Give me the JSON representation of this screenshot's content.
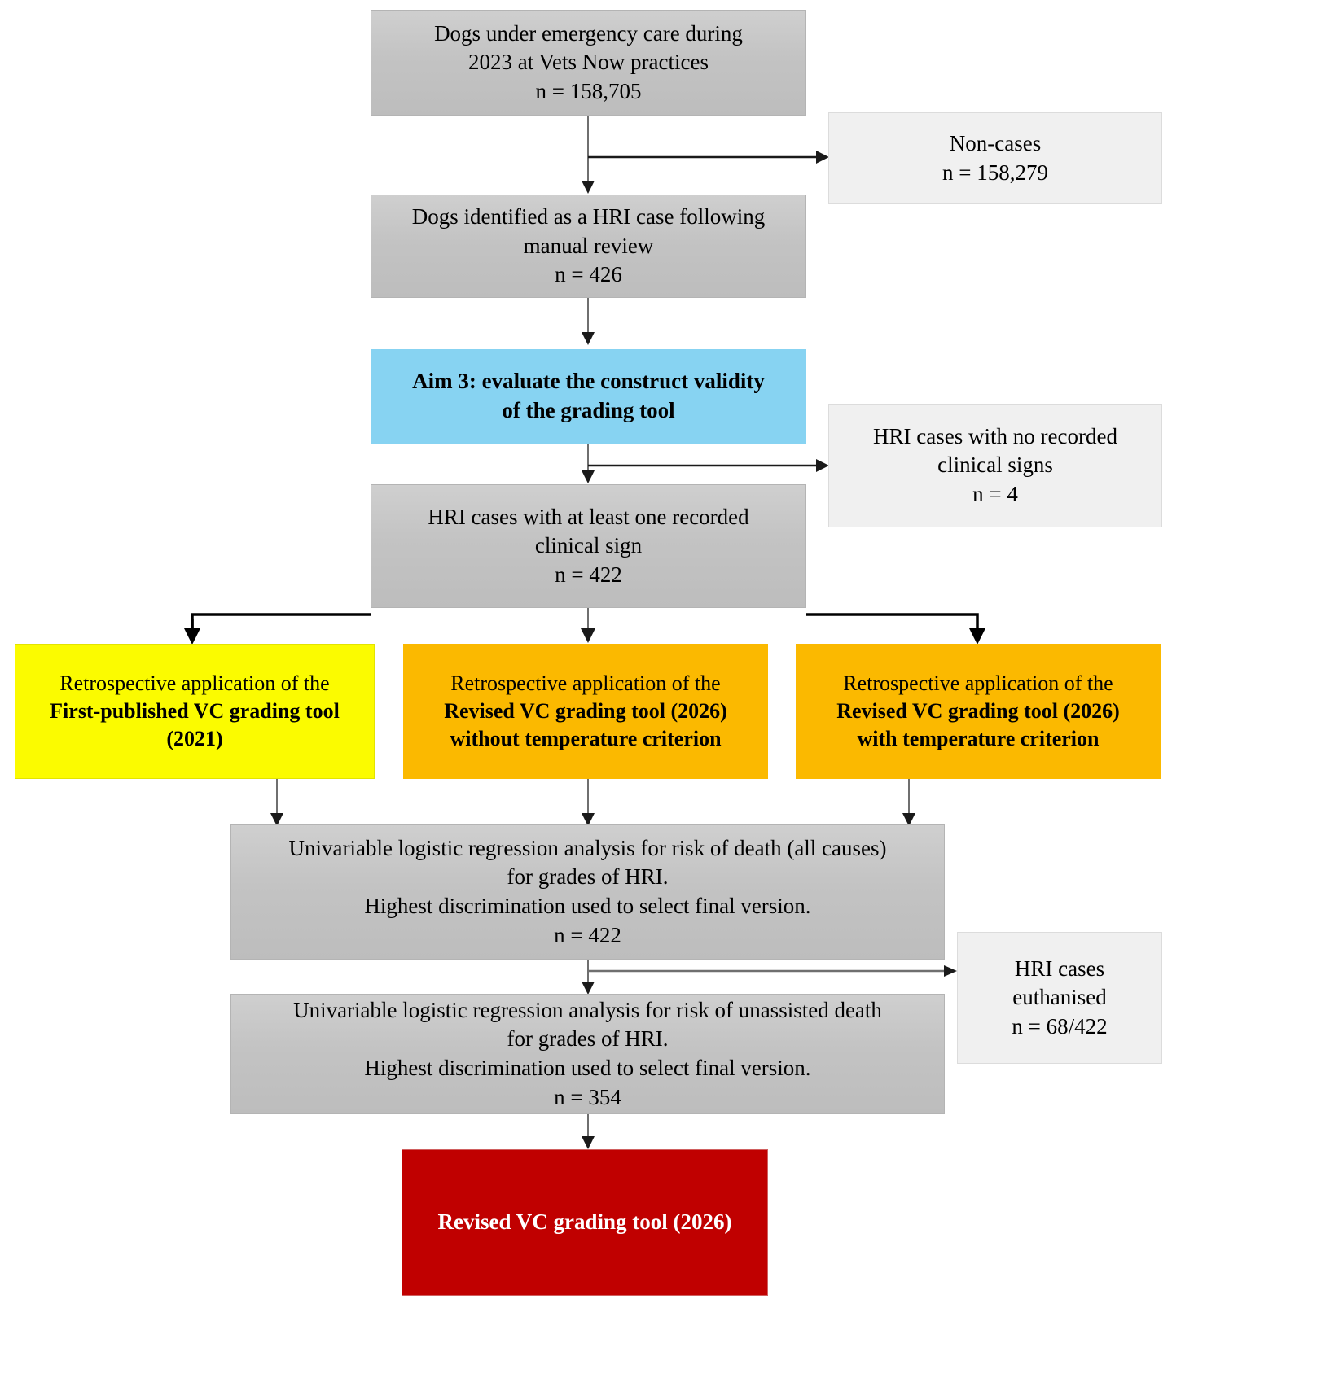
{
  "diagram": {
    "type": "flowchart",
    "title": "HRI case selection and grading-tool validation flow",
    "colors": {
      "process_grey": "#c6c6c6",
      "exclusion_grey": "#f0f0f0",
      "aim_blue": "#87d3f2",
      "tool_yellow": "#fbfb00",
      "tool_orange": "#fbb900",
      "final_red": "#c00000",
      "edge_dark": "#000000",
      "edge_light": "#808080"
    }
  },
  "nodes": {
    "source_population": {
      "line1": "Dogs under emergency care during",
      "line2": "2023 at Vets Now practices",
      "line3": "n = 158,705"
    },
    "non_cases": {
      "line1": "Non-cases",
      "line2": "n = 158,279"
    },
    "hri_cases": {
      "line1": "Dogs identified as a HRI case following",
      "line2": "manual review",
      "line3": "n = 426"
    },
    "aim3": {
      "line1": "Aim 3: evaluate the construct validity",
      "line2": "of the grading tool"
    },
    "no_signs": {
      "line1": "HRI cases with no recorded",
      "line2": "clinical signs",
      "line3": "n = 4"
    },
    "with_signs": {
      "line1": "HRI cases with at least one recorded",
      "line2": "clinical sign",
      "line3": "n = 422"
    },
    "tool_2021": {
      "line1": "Retrospective application of the",
      "line2": "First-published VC grading tool",
      "line3": "(2021)"
    },
    "tool_2026_no_temp": {
      "line1": "Retrospective application of the",
      "line2": "Revised VC grading tool (2026)",
      "line3": "without temperature criterion"
    },
    "tool_2026_with_temp": {
      "line1": "Retrospective application of the",
      "line2": "Revised VC grading tool (2026)",
      "line3": "with temperature criterion"
    },
    "regression_all_causes": {
      "line1": "Univariable logistic regression analysis for risk of death (all causes)",
      "line2": "for grades of HRI.",
      "line3": "Highest discrimination used to select final version.",
      "line4": "n = 422"
    },
    "euthanised": {
      "line1": "HRI cases euthanised",
      "line2": "n = 68/422"
    },
    "regression_unassisted": {
      "line1": "Univariable logistic regression analysis for risk of unassisted death",
      "line2": "for grades of HRI.",
      "line3": "Highest discrimination used to select final version.",
      "line4": "n = 354"
    },
    "final_tool": {
      "line1": "Revised VC grading tool (2026)"
    }
  }
}
